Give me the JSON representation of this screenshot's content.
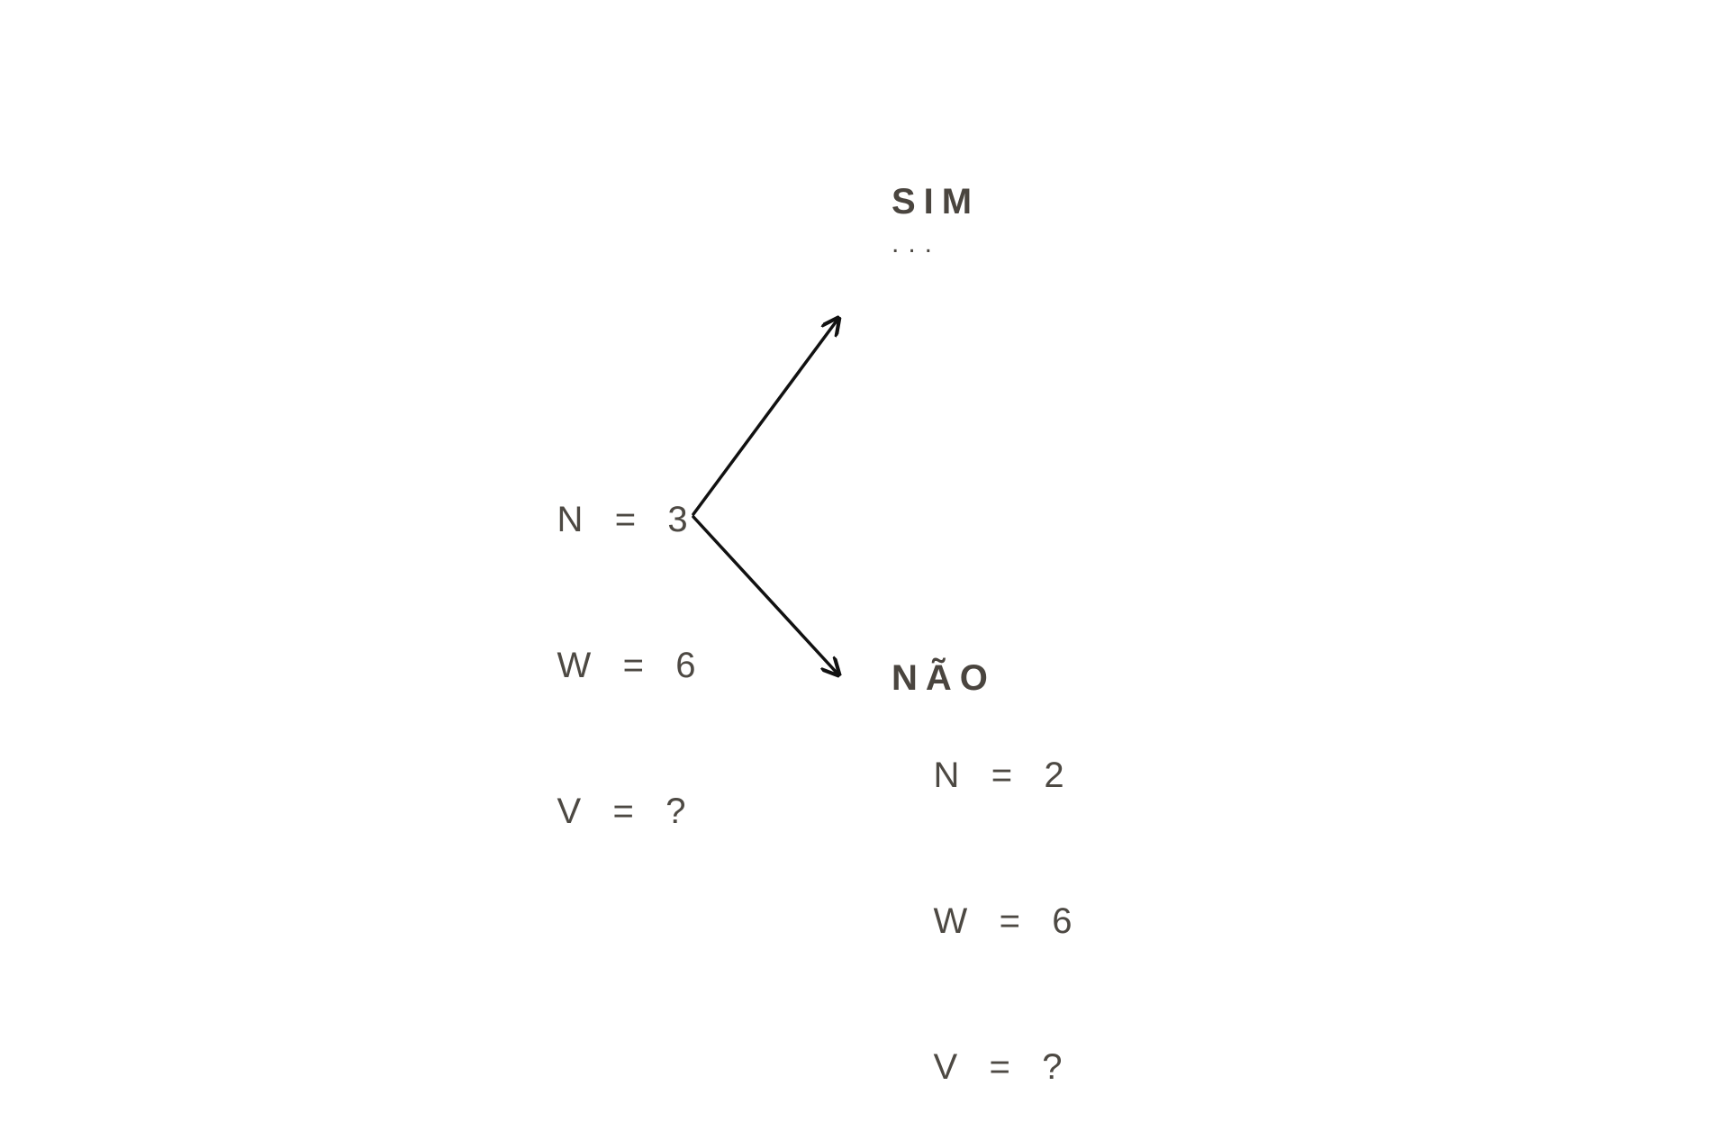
{
  "root": {
    "rows": [
      {
        "var": "N",
        "eq": "=",
        "val": "3"
      },
      {
        "var": "W",
        "eq": "=",
        "val": "6"
      },
      {
        "var": "V",
        "eq": "=",
        "val": "?"
      }
    ]
  },
  "yes_branch": {
    "label": "SIM",
    "content": "..."
  },
  "no_branch": {
    "label": "NÃO",
    "rows": [
      {
        "var": "N",
        "eq": "=",
        "val": "2"
      },
      {
        "var": "W",
        "eq": "=",
        "val": "6"
      },
      {
        "var": "V",
        "eq": "=",
        "val": "?"
      }
    ]
  },
  "colors": {
    "text": "#4d4943",
    "arrow": "#111111"
  }
}
